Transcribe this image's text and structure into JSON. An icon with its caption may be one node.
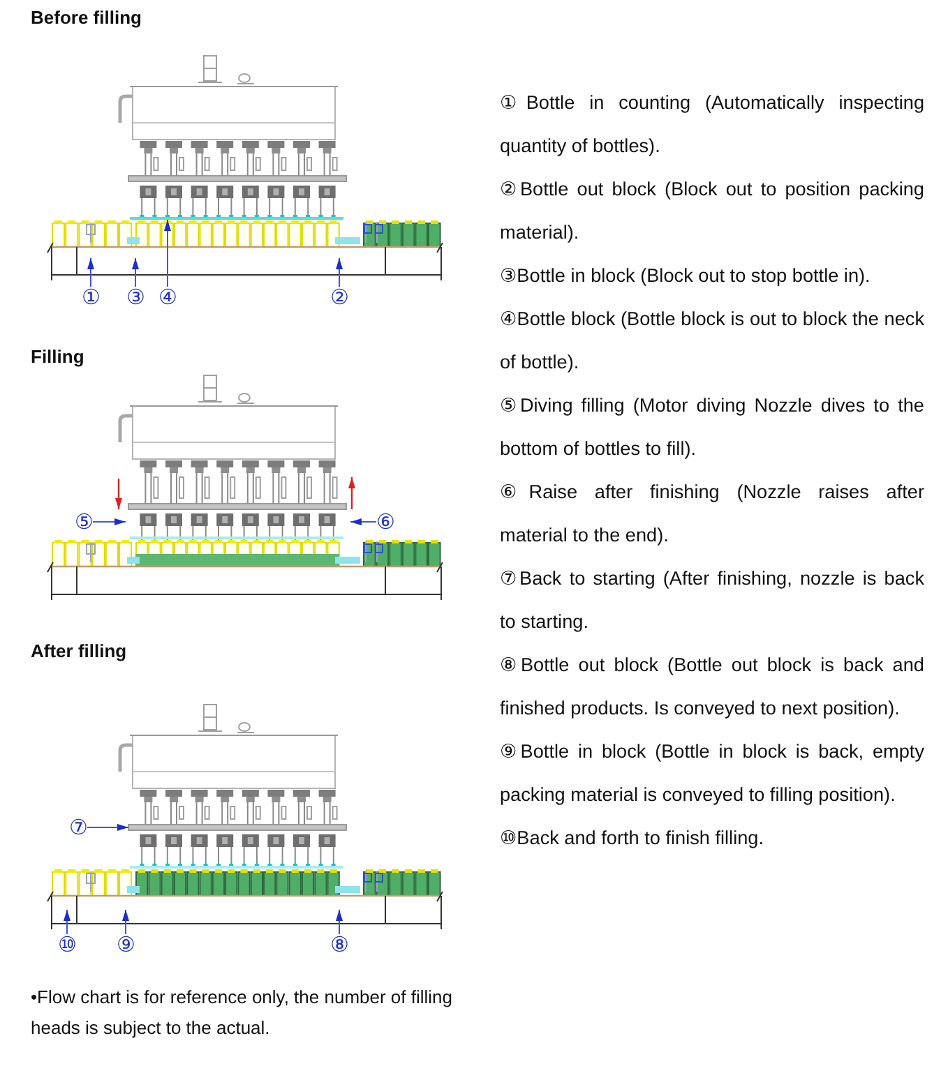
{
  "diagram": {
    "caption": "•Flow chart is for reference only, the number of filling heads is subject to the actual.",
    "nodes": [
      {
        "text": [
          "①"
        ]
      },
      {
        "text": [
          "③"
        ]
      },
      {
        "text": [
          "④"
        ]
      },
      {
        "text": [
          "②"
        ]
      },
      {
        "text": [
          "⑤"
        ]
      },
      {
        "text": [
          "⑥"
        ]
      },
      {
        "text": [
          "⑦"
        ]
      },
      {
        "text": [
          "⑩"
        ]
      },
      {
        "text": [
          "⑨"
        ]
      },
      {
        "text": [
          "⑧"
        ]
      },
      {
        "text": [],
        "shape": "bar"
      },
      {
        "text": [],
        "shape": "bar"
      }
    ],
    "edges": [
      {
        "from": 0,
        "to": null,
        "arrow": "to"
      },
      {
        "from": 1,
        "to": null,
        "arrow": "to"
      },
      {
        "from": 2,
        "to": 10,
        "arrow": "to"
      },
      {
        "from": 3,
        "to": null,
        "arrow": "to"
      },
      {
        "from": 4,
        "to": null,
        "arrow": "to"
      },
      {
        "from": 5,
        "to": null,
        "arrow": "to"
      },
      {
        "from": 6,
        "to": 11,
        "arrow": "to"
      },
      {
        "from": 7,
        "to": null,
        "arrow": "to"
      },
      {
        "from": 8,
        "to": null,
        "arrow": "to"
      },
      {
        "from": 9,
        "to": null,
        "arrow": "to"
      }
    ],
    "labels": [
      "Before filling",
      "Filling",
      "After filling",
      "①Bottle in counting (Automatically inspecting quantity of bottles).",
      "②Bottle out block (Block out to position packing material).",
      "③Bottle in block (Block out to stop bottle in).",
      "④Bottle block (Bottle block is out to block the neck of bottle).",
      "⑤Diving filling (Motor diving Nozzle dives to the bottom of bottles to fill).",
      "⑥Raise after finishing (Nozzle raises after material to the end).",
      "⑦Back to starting (After finishing, nozzle is back to starting.",
      "⑧Bottle out block (Bottle out block is back and finished products. Is conveyed to next position).",
      "⑨Bottle in block (Bottle in block is back, empty packing material is conveyed to filling position).",
      "⑩Back and forth to finish filling."
    ]
  }
}
